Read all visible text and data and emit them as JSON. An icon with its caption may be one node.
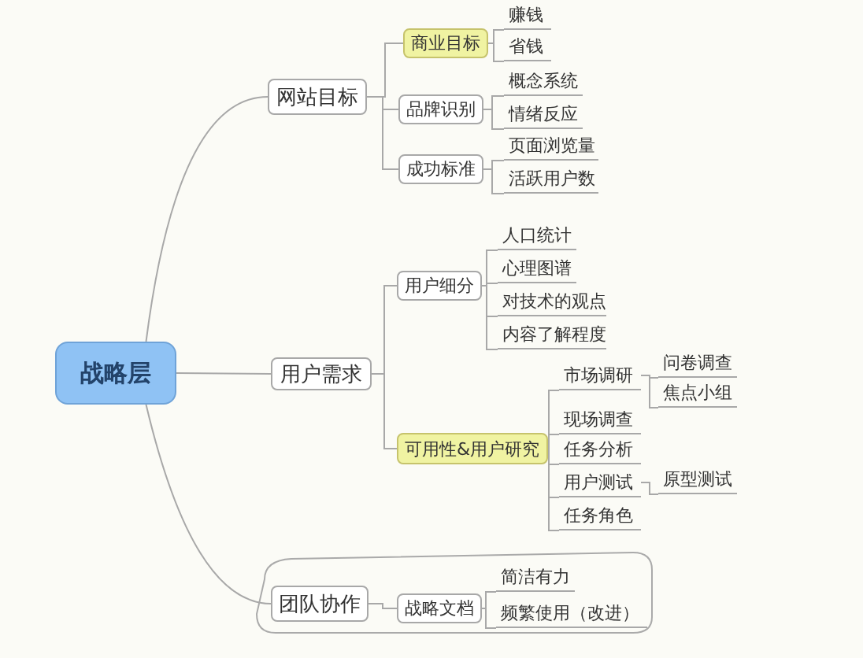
{
  "diagram": {
    "nodes": [
      {
        "text": [
          "战略层"
        ]
      },
      {
        "text": [
          "网站目标"
        ]
      },
      {
        "text": [
          "商业目标"
        ]
      },
      {
        "text": [
          "赚钱"
        ]
      },
      {
        "text": [
          "省钱"
        ]
      },
      {
        "text": [
          "品牌识别"
        ]
      },
      {
        "text": [
          "概念系统"
        ]
      },
      {
        "text": [
          "情绪反应"
        ]
      },
      {
        "text": [
          "成功标准"
        ]
      },
      {
        "text": [
          "页面浏览量"
        ]
      },
      {
        "text": [
          "活跃用户数"
        ]
      },
      {
        "text": [
          "用户需求"
        ]
      },
      {
        "text": [
          "用户细分"
        ]
      },
      {
        "text": [
          "人口统计"
        ]
      },
      {
        "text": [
          "心理图谱"
        ]
      },
      {
        "text": [
          "对技术的观点"
        ]
      },
      {
        "text": [
          "内容了解程度"
        ]
      },
      {
        "text": [
          "可用性&用户研究"
        ]
      },
      {
        "text": [
          "市场调研"
        ]
      },
      {
        "text": [
          "问卷调查"
        ]
      },
      {
        "text": [
          "焦点小组"
        ]
      },
      {
        "text": [
          "现场调查"
        ]
      },
      {
        "text": [
          "任务分析"
        ]
      },
      {
        "text": [
          "用户测试"
        ]
      },
      {
        "text": [
          "原型测试"
        ]
      },
      {
        "text": [
          "任务角色"
        ]
      },
      {
        "text": [
          "团队协作"
        ]
      },
      {
        "text": [
          "战略文档"
        ]
      },
      {
        "text": [
          "简洁有力"
        ]
      },
      {
        "text": [
          "频繁使用（改进）"
        ]
      }
    ],
    "edges": [
      {
        "from": 0,
        "to": 1,
        "arrow": "none"
      },
      {
        "from": 1,
        "to": 2,
        "arrow": "none"
      },
      {
        "from": 2,
        "to": 3,
        "arrow": "none"
      },
      {
        "from": 2,
        "to": 4,
        "arrow": "none"
      },
      {
        "from": 1,
        "to": 5,
        "arrow": "none"
      },
      {
        "from": 5,
        "to": 6,
        "arrow": "none"
      },
      {
        "from": 5,
        "to": 7,
        "arrow": "none"
      },
      {
        "from": 1,
        "to": 8,
        "arrow": "none"
      },
      {
        "from": 8,
        "to": 9,
        "arrow": "none"
      },
      {
        "from": 8,
        "to": 10,
        "arrow": "none"
      },
      {
        "from": 0,
        "to": 11,
        "arrow": "none"
      },
      {
        "from": 11,
        "to": 12,
        "arrow": "none"
      },
      {
        "from": 12,
        "to": 13,
        "arrow": "none"
      },
      {
        "from": 12,
        "to": 14,
        "arrow": "none"
      },
      {
        "from": 12,
        "to": 15,
        "arrow": "none"
      },
      {
        "from": 12,
        "to": 16,
        "arrow": "none"
      },
      {
        "from": 11,
        "to": 17,
        "arrow": "none"
      },
      {
        "from": 17,
        "to": 18,
        "arrow": "none"
      },
      {
        "from": 18,
        "to": 19,
        "arrow": "none"
      },
      {
        "from": 18,
        "to": 20,
        "arrow": "none"
      },
      {
        "from": 17,
        "to": 21,
        "arrow": "none"
      },
      {
        "from": 17,
        "to": 22,
        "arrow": "none"
      },
      {
        "from": 17,
        "to": 23,
        "arrow": "none"
      },
      {
        "from": 23,
        "to": 24,
        "arrow": "none"
      },
      {
        "from": 17,
        "to": 25,
        "arrow": "none"
      },
      {
        "from": 0,
        "to": 26,
        "arrow": "none"
      },
      {
        "from": 26,
        "to": 27,
        "arrow": "none"
      },
      {
        "from": 27,
        "to": 28,
        "arrow": "none"
      },
      {
        "from": 27,
        "to": 29,
        "arrow": "none"
      }
    ]
  }
}
